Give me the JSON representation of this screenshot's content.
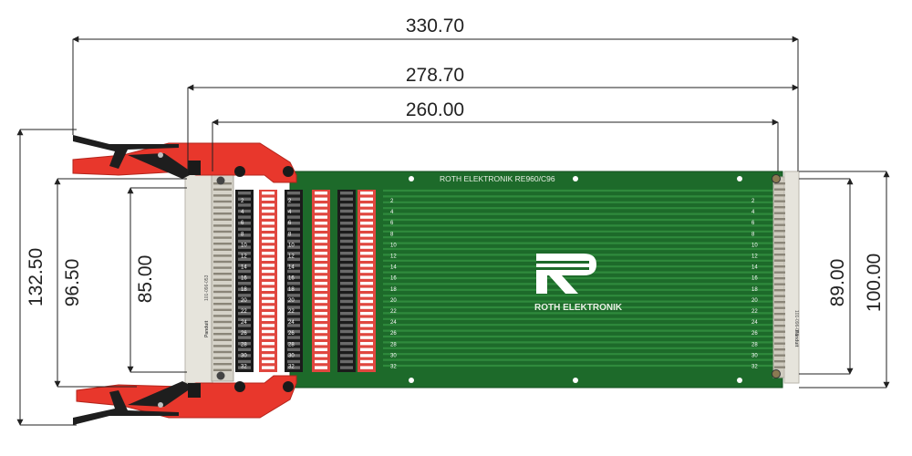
{
  "dimensions": {
    "overall_width": "330.70",
    "board_width": "278.70",
    "connector_span": "260.00",
    "handle_height": "132.50",
    "left_connector_height": "96.50",
    "left_pin_height": "85.00",
    "right_pin_height": "89.00",
    "right_board_height": "100.00"
  },
  "board": {
    "label": "ROTH ELEKTRONIK   RE960/C96",
    "logo_text": "ROTH ELEKTRONIK",
    "row_numbers": [
      "2",
      "4",
      "6",
      "8",
      "10",
      "12",
      "14",
      "16",
      "18",
      "20",
      "22",
      "24",
      "26",
      "28",
      "30",
      "32"
    ],
    "left_connector_code": "101-096-053",
    "right_connector_code": "101-096-053",
    "connector_brand": "Panduit"
  },
  "colors": {
    "pcb": "#1d6a2a",
    "handle": "#e8372c",
    "switch": "#e0473f",
    "connector": "#e6e4dc"
  }
}
